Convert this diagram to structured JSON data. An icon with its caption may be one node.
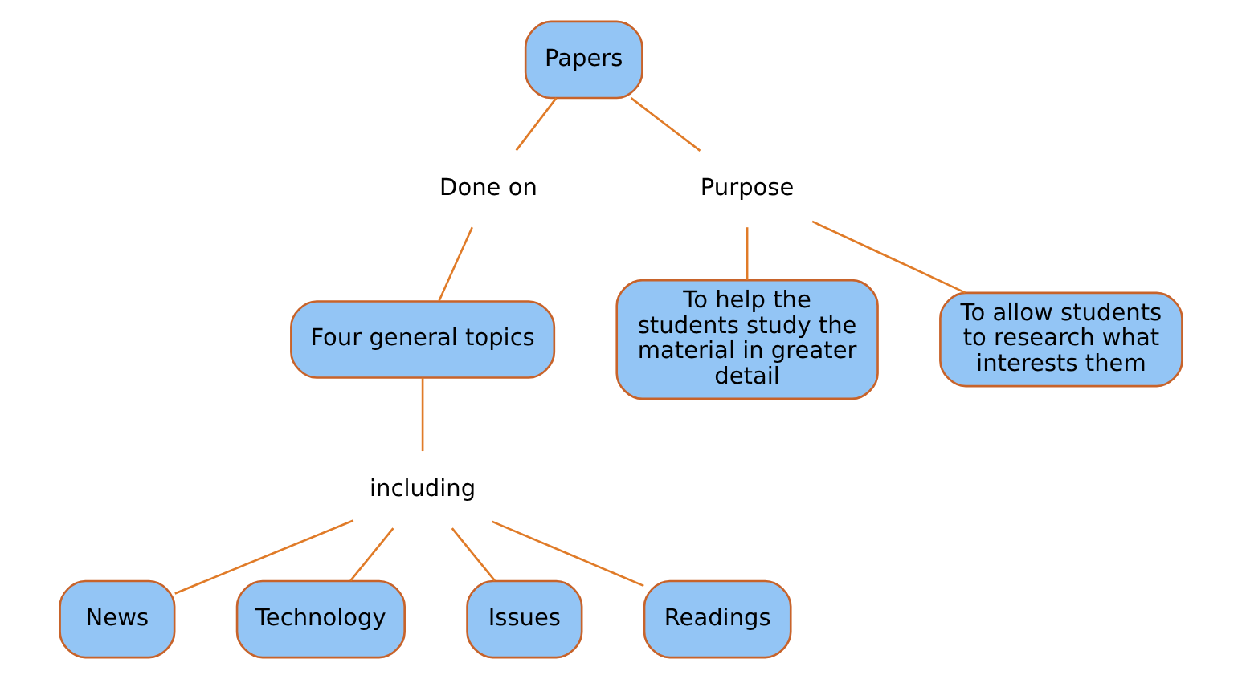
{
  "diagram": {
    "nodes": [
      {
        "text": [
          "Papers"
        ]
      },
      {
        "text": [
          "Done on"
        ]
      },
      {
        "text": [
          "Purpose"
        ]
      },
      {
        "text": [
          "Four general topics"
        ]
      },
      {
        "text": [
          "To help the students study the material in greater detail"
        ]
      },
      {
        "text": [
          "To allow students to research what interests them"
        ]
      },
      {
        "text": [
          "News"
        ]
      },
      {
        "text": [
          "including"
        ]
      },
      {
        "text": [
          "Technology"
        ]
      },
      {
        "text": [
          "Issues"
        ]
      },
      {
        "text": [
          "Readings"
        ]
      }
    ],
    "edges": [
      {
        "from": 0,
        "to": 1,
        "arrow": "none"
      },
      {
        "from": 1,
        "to": 3,
        "arrow": "none"
      },
      {
        "from": 0,
        "to": 2,
        "arrow": "none"
      },
      {
        "from": 2,
        "to": 4,
        "arrow": "none"
      },
      {
        "from": 2,
        "to": 5,
        "arrow": "none"
      },
      {
        "from": 3,
        "to": 7,
        "arrow": "none"
      },
      {
        "from": 7,
        "to": 6,
        "arrow": "none"
      },
      {
        "from": 7,
        "to": 8,
        "arrow": "none"
      },
      {
        "from": 7,
        "to": 9,
        "arrow": "none"
      },
      {
        "from": 7,
        "to": 10,
        "arrow": "none"
      }
    ]
  }
}
